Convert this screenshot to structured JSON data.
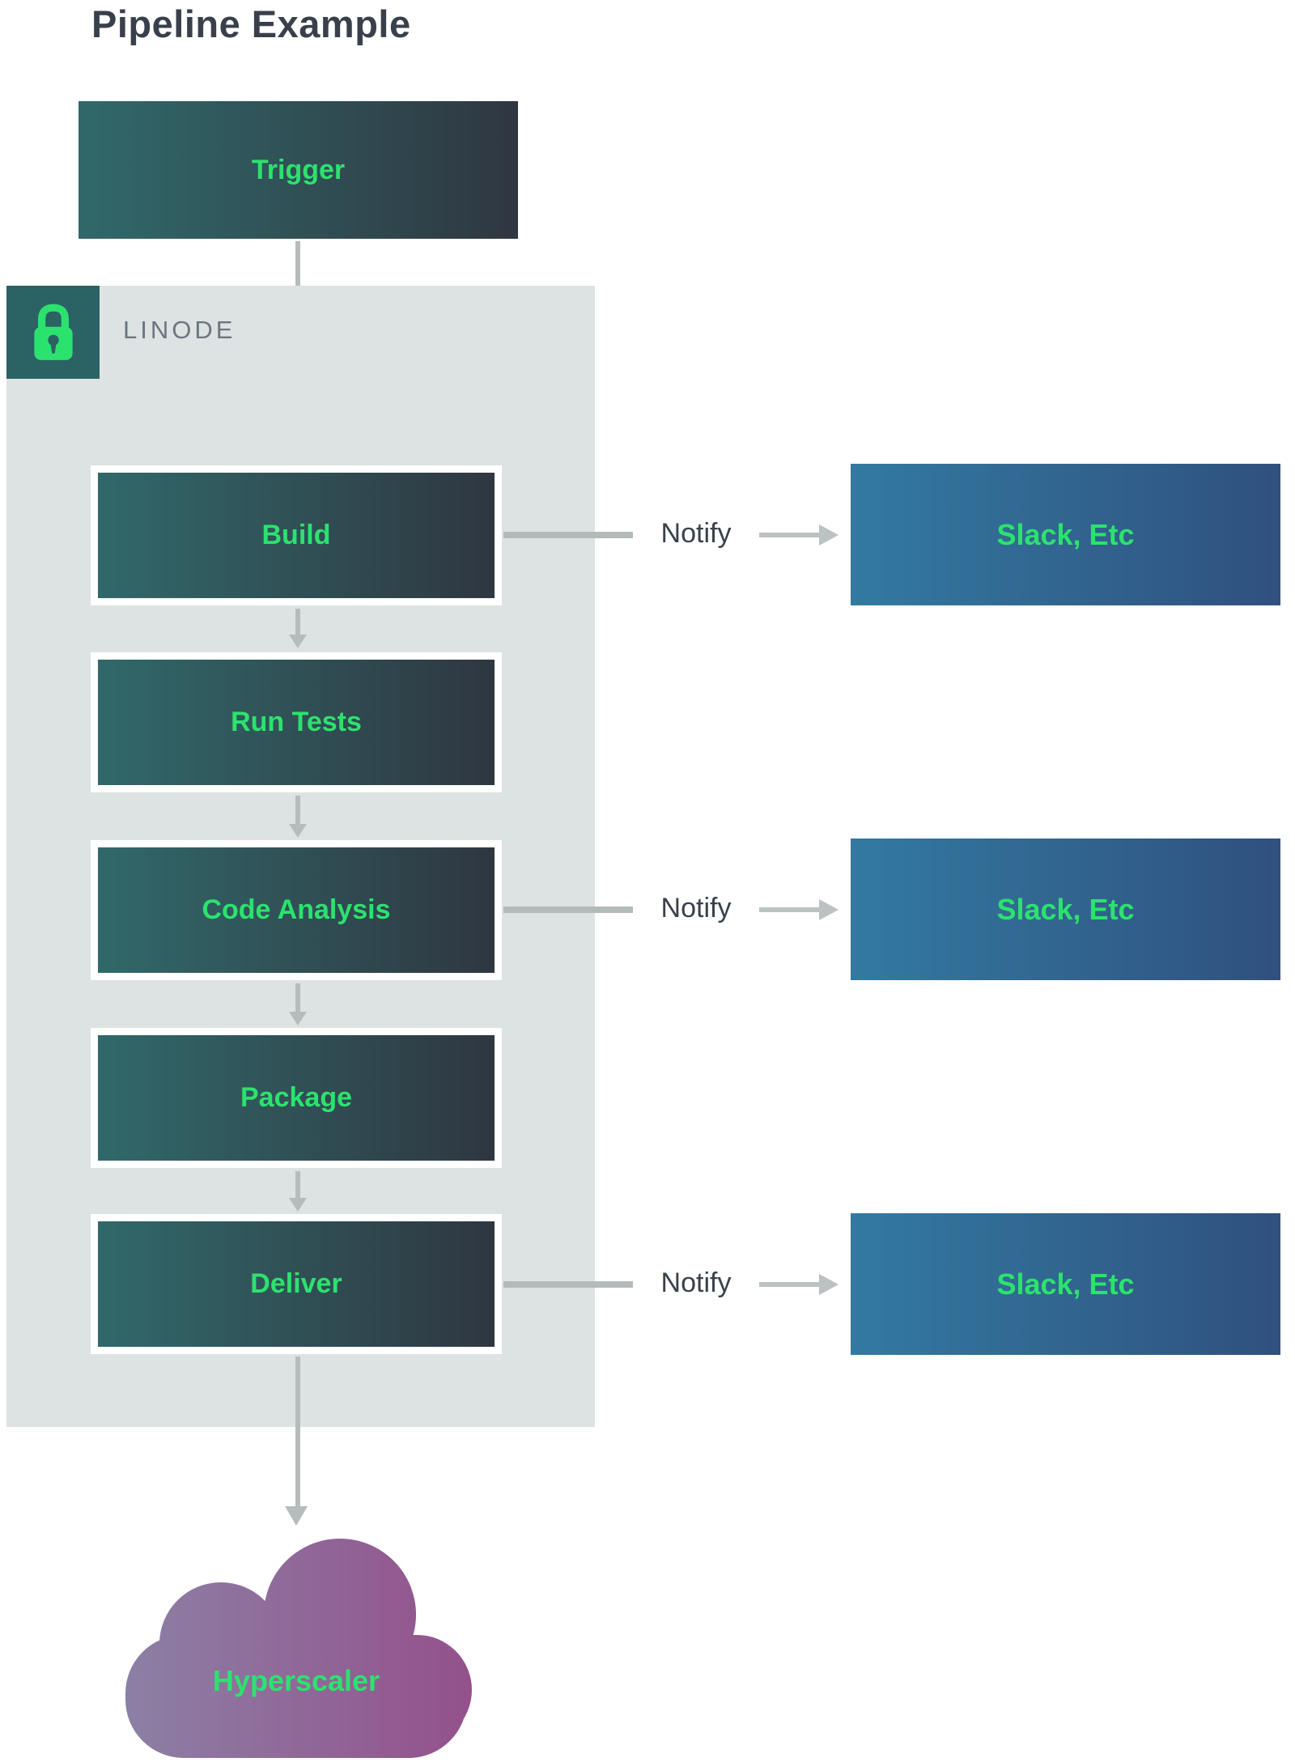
{
  "page": {
    "title": "Pipeline Example"
  },
  "environment": {
    "label": "LINODE",
    "icon": "lock-icon"
  },
  "pipeline": {
    "trigger": {
      "label": "Trigger"
    },
    "stages": [
      {
        "label": "Build",
        "notifies": true
      },
      {
        "label": "Run Tests",
        "notifies": false
      },
      {
        "label": "Code Analysis",
        "notifies": true
      },
      {
        "label": "Package",
        "notifies": false
      },
      {
        "label": "Deliver",
        "notifies": true
      }
    ]
  },
  "notify": {
    "label": "Notify",
    "target_label": "Slack, Etc"
  },
  "destination": {
    "label": "Hyperscaler",
    "shape": "cloud"
  },
  "colors": {
    "accent_green": "#2ce26e",
    "stage_gradient_start": "#30696a",
    "stage_gradient_end": "#2f3741",
    "notify_box_gradient_start": "#327aa1",
    "notify_box_gradient_end": "#30507f",
    "panel_background": "#dde3e2",
    "lock_square_background": "#2b6263",
    "cloud_gradient_start": "#8c81a5",
    "cloud_gradient_end": "#94508c",
    "arrow_gray": "#b6bcbb",
    "title_color": "#3a404b",
    "env_label_color": "#6d7680"
  }
}
